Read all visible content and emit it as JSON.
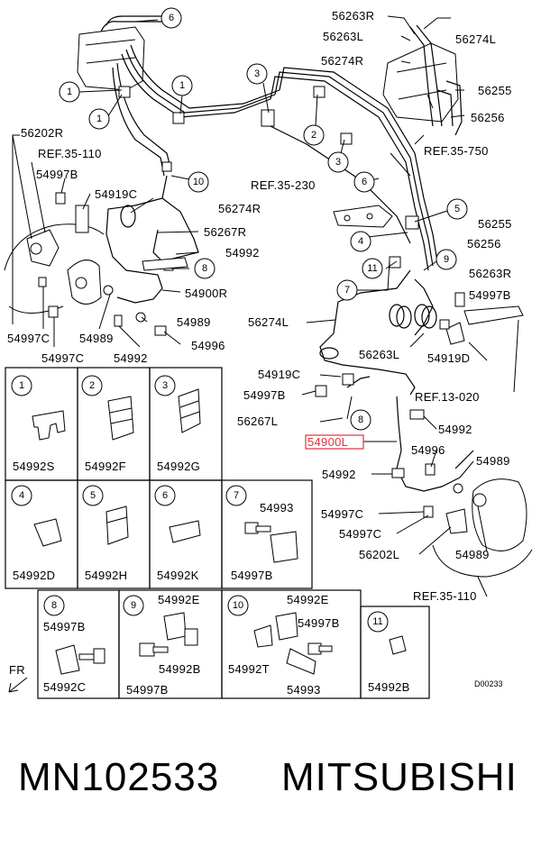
{
  "callouts": {
    "c1a": "1",
    "c1b": "1",
    "c1c": "1",
    "c2": "2",
    "c3a": "3",
    "c3b": "3",
    "c4": "4",
    "c5": "5",
    "c6a": "6",
    "c6b": "6",
    "c7": "7",
    "c8a": "8",
    "c8b": "8",
    "c9": "9",
    "c10": "10",
    "c11": "11"
  },
  "labels": {
    "p56263R_top": "56263R",
    "p56263L_top": "56263L",
    "p56274L_top": "56274L",
    "p56274R_top": "56274R",
    "p56255_top": "56255",
    "p56256_top": "56256",
    "ref35750": "REF.35-750",
    "p56202R": "56202R",
    "ref35110_left": "REF.35-110",
    "p54997B_left": "54997B",
    "p54919C_left": "54919C",
    "p56274R_mid": "56274R",
    "p56267R": "56267R",
    "p54992_left": "54992",
    "p54900R": "54900R",
    "p54989_a": "54989",
    "p54996_left": "54996",
    "p54997C_a": "54997C",
    "p54989_b": "54989",
    "p54997C_b": "54997C",
    "p54992_bot": "54992",
    "ref35230": "REF.35-230",
    "p56255_mid": "56255",
    "p56256_mid": "56256",
    "p56263R_mid": "56263R",
    "p54997B_right": "54997B",
    "p56274L_mid": "56274L",
    "p56263L_mid": "56263L",
    "p54919D": "54919D",
    "p54919C_right": "54919C",
    "ref13020": "REF.13-020",
    "p54997B_mid": "54997B",
    "p56267L": "56267L",
    "p54992_right": "54992",
    "p54900L": "54900L",
    "p54996_right": "54996",
    "p54989_right": "54989",
    "p54992_lower": "54992",
    "p54997C_c": "54997C",
    "p54997C_d": "54997C",
    "p56202L": "56202L",
    "p54989_lower": "54989",
    "ref35110_right": "REF.35-110",
    "fr": "FR",
    "drawing_code": "D00233"
  },
  "detail_boxes": [
    {
      "num": "1",
      "parts": [
        "54992S"
      ]
    },
    {
      "num": "2",
      "parts": [
        "54992F"
      ]
    },
    {
      "num": "3",
      "parts": [
        "54992G"
      ]
    },
    {
      "num": "4",
      "parts": [
        "54992D"
      ]
    },
    {
      "num": "5",
      "parts": [
        "54992H"
      ]
    },
    {
      "num": "6",
      "parts": [
        "54992K"
      ]
    },
    {
      "num": "7",
      "parts": [
        "54993",
        "54997B"
      ]
    },
    {
      "num": "8",
      "parts": [
        "54997B",
        "54992C"
      ]
    },
    {
      "num": "9",
      "parts": [
        "54992E",
        "54997B",
        "54992B"
      ]
    },
    {
      "num": "10",
      "parts": [
        "54992E",
        "54997B",
        "54992T",
        "54993"
      ]
    },
    {
      "num": "11",
      "parts": [
        "54992B"
      ]
    }
  ],
  "footer": {
    "part_number": "MN102533",
    "brand": "MITSUBISHI"
  },
  "highlight_color": "#e0313a"
}
